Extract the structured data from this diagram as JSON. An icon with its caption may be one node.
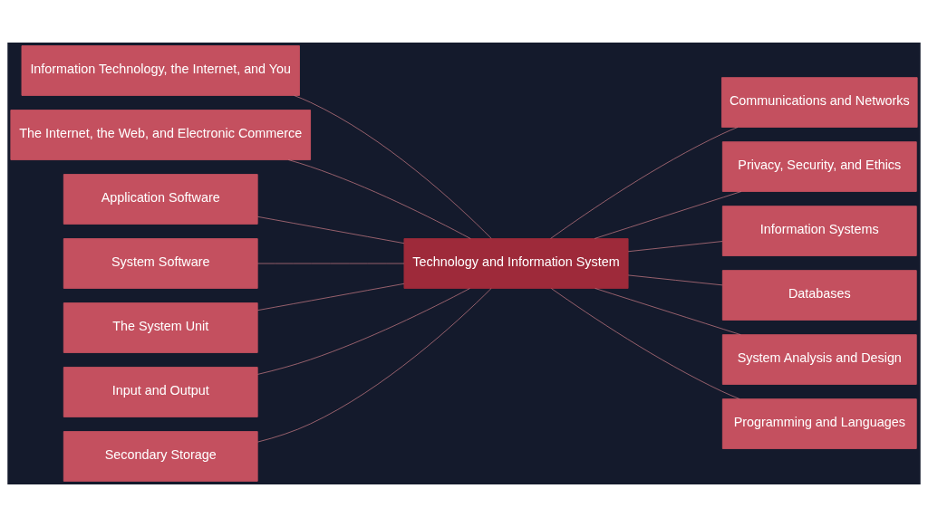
{
  "diagram": {
    "nodes": [
      {
        "text": [
          "Technology and Information System"
        ]
      },
      {
        "text": [
          "Information Technology, the Internet, and You"
        ]
      },
      {
        "text": [
          "The Internet, the Web, and Electronic Commerce"
        ]
      },
      {
        "text": [
          "Application Software"
        ]
      },
      {
        "text": [
          "System Software"
        ]
      },
      {
        "text": [
          "The System Unit"
        ]
      },
      {
        "text": [
          "Input and Output"
        ]
      },
      {
        "text": [
          "Secondary Storage"
        ]
      },
      {
        "text": [
          "Communications and Networks"
        ]
      },
      {
        "text": [
          "Privacy, Security, and Ethics"
        ]
      },
      {
        "text": [
          "Information Systems"
        ]
      },
      {
        "text": [
          "Databases"
        ]
      },
      {
        "text": [
          "System Analysis and Design"
        ]
      },
      {
        "text": [
          "Programming and Languages"
        ]
      }
    ],
    "edges": [
      {
        "from": 1,
        "to": 0,
        "arrow": "none"
      },
      {
        "from": 2,
        "to": 0,
        "arrow": "none"
      },
      {
        "from": 3,
        "to": 0,
        "arrow": "none"
      },
      {
        "from": 4,
        "to": 0,
        "arrow": "none"
      },
      {
        "from": 5,
        "to": 0,
        "arrow": "none"
      },
      {
        "from": 6,
        "to": 0,
        "arrow": "none"
      },
      {
        "from": 7,
        "to": 0,
        "arrow": "none"
      },
      {
        "from": 0,
        "to": 8,
        "arrow": "none"
      },
      {
        "from": 0,
        "to": 9,
        "arrow": "none"
      },
      {
        "from": 0,
        "to": 10,
        "arrow": "none"
      },
      {
        "from": 0,
        "to": 11,
        "arrow": "none"
      },
      {
        "from": 0,
        "to": 12,
        "arrow": "none"
      },
      {
        "from": 0,
        "to": 13,
        "arrow": "none"
      }
    ]
  }
}
